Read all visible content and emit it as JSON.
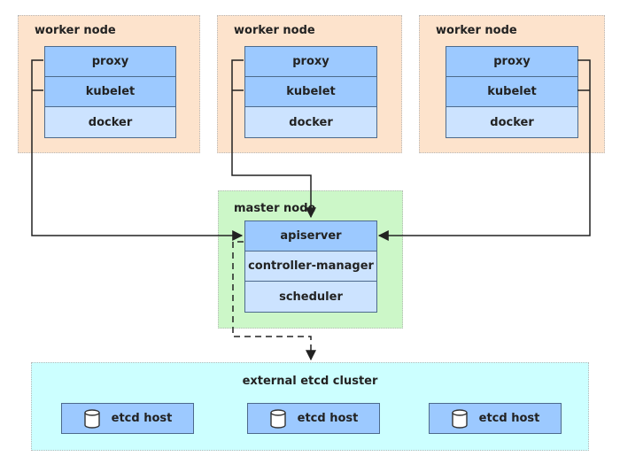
{
  "workers": [
    {
      "title": "worker node",
      "components": [
        "proxy",
        "kubelet",
        "docker"
      ]
    },
    {
      "title": "worker node",
      "components": [
        "proxy",
        "kubelet",
        "docker"
      ]
    },
    {
      "title": "worker node",
      "components": [
        "proxy",
        "kubelet",
        "docker"
      ]
    }
  ],
  "master": {
    "title": "master node",
    "components": [
      "apiserver",
      "controller-manager",
      "scheduler"
    ]
  },
  "etcd": {
    "title": "external etcd cluster",
    "hosts": [
      {
        "label": "etcd host",
        "icon": "database-icon"
      },
      {
        "label": "etcd host",
        "icon": "database-icon"
      },
      {
        "label": "etcd host",
        "icon": "database-icon"
      }
    ]
  },
  "colors": {
    "worker_bg": "#fde3cc",
    "master_bg": "#ccf7c8",
    "etcd_bg": "#ccffff",
    "component_dark": "#9cc9ff",
    "component_light": "#cce3ff",
    "border": "#4d6a8c",
    "connector": "#222222"
  }
}
